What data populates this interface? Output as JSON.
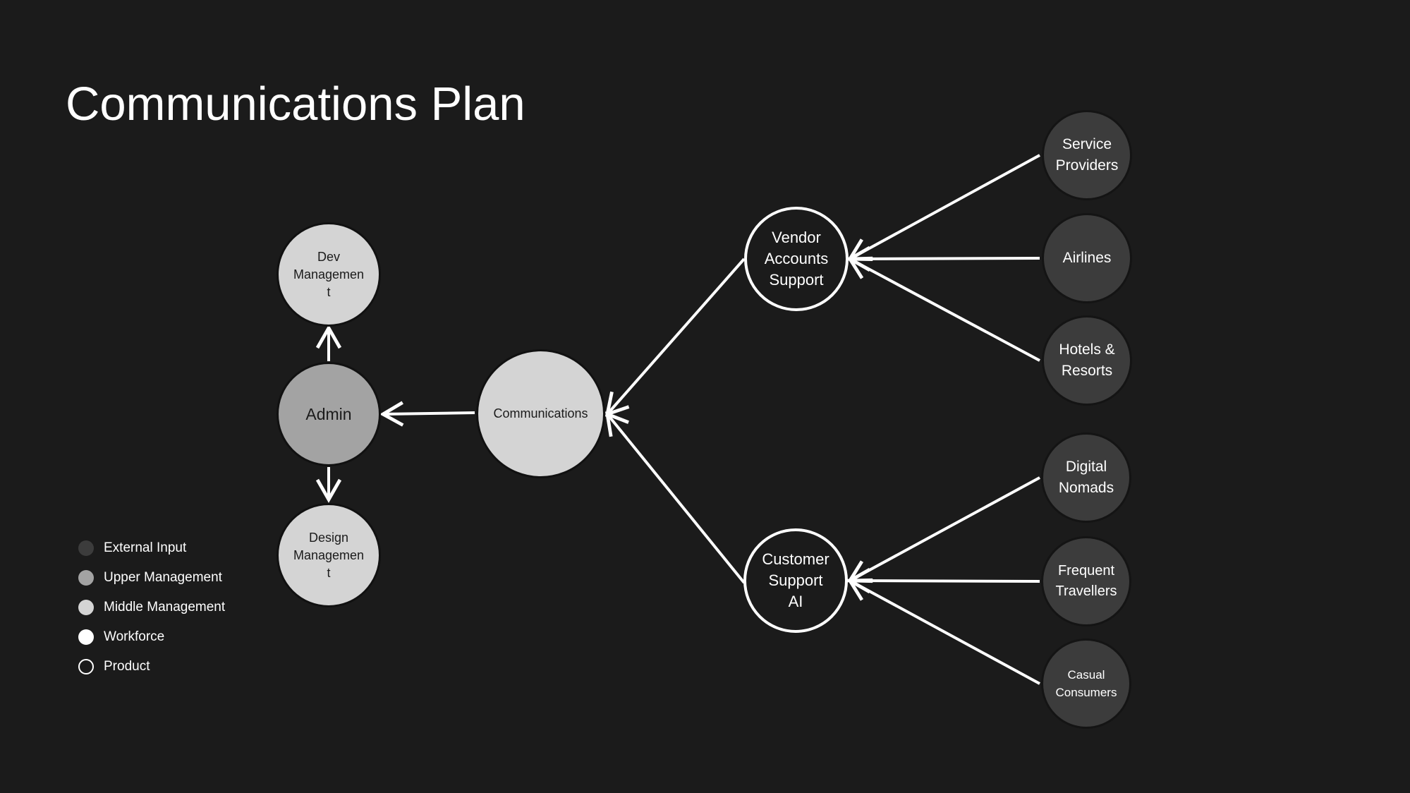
{
  "title": "Communications Plan",
  "nodes": {
    "dev_management": "Dev\nManagemen\nt",
    "admin": "Admin",
    "design_management": "Design\nManagemen\nt",
    "communications": "Communications",
    "vendor_accounts_support": "Vendor\nAccounts\nSupport",
    "customer_support_ai": "Customer\nSupport\nAI",
    "service_providers": "Service\nProviders",
    "airlines": "Airlines",
    "hotels_resorts": "Hotels &\nResorts",
    "digital_nomads": "Digital\nNomads",
    "frequent_travellers": "Frequent\nTravellers",
    "casual_consumers": "Casual\nConsumers"
  },
  "legend": [
    {
      "label": "External Input",
      "color": "#3c3c3c"
    },
    {
      "label": "Upper Management",
      "color": "#a3a3a3"
    },
    {
      "label": "Middle Management",
      "color": "#d4d4d4"
    },
    {
      "label": "Workforce",
      "color": "#ffffff"
    },
    {
      "label": "Product",
      "color": "outline"
    }
  ]
}
